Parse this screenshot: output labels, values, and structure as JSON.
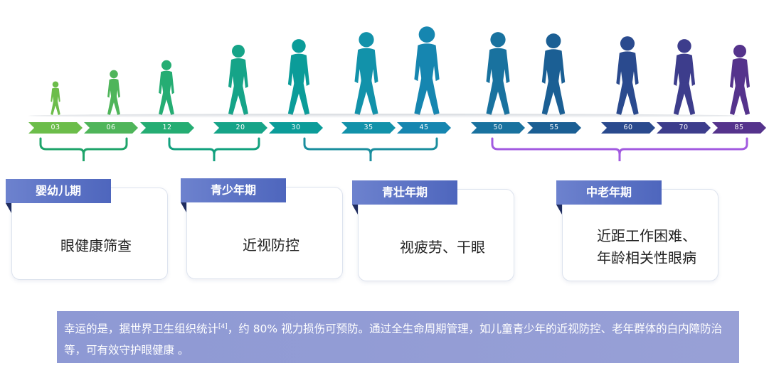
{
  "timeline": {
    "ages": [
      {
        "label": "03",
        "color": "#6cbd4a"
      },
      {
        "label": "06",
        "color": "#4fb55a"
      },
      {
        "label": "12",
        "color": "#25ad73"
      },
      {
        "label": "20",
        "color": "#16a488"
      },
      {
        "label": "30",
        "color": "#0b9c99"
      },
      {
        "label": "35",
        "color": "#1292aa"
      },
      {
        "label": "45",
        "color": "#1686b0"
      },
      {
        "label": "50",
        "color": "#19729f"
      },
      {
        "label": "55",
        "color": "#1b5f94"
      },
      {
        "label": "60",
        "color": "#2a4a8e"
      },
      {
        "label": "70",
        "color": "#3d3d8c"
      },
      {
        "label": "85",
        "color": "#55338c"
      }
    ]
  },
  "stages": [
    {
      "title": "婴幼儿期",
      "body": "眼健康筛查",
      "bracket_color": "#1ea46a"
    },
    {
      "title": "青少年期",
      "body": "近视防控",
      "bracket_color": "#12a17e"
    },
    {
      "title": "青壮年期",
      "body": "视疲劳、干眼",
      "bracket_color": "#1a8e9e"
    },
    {
      "title": "中老年期",
      "body": "近距工作困难、\n年龄相关性眼病",
      "bracket_color": "#a25ae0"
    }
  ],
  "note": {
    "text_before": "幸运的是，据世界卫生组织统计",
    "citation": "[4]",
    "text_after": "，约 80% 视力损伤可预防。通过全生命周期管理，如儿童青少年的近视防控、老年群体的白内障防治等，可有效守护眼健康 。"
  }
}
